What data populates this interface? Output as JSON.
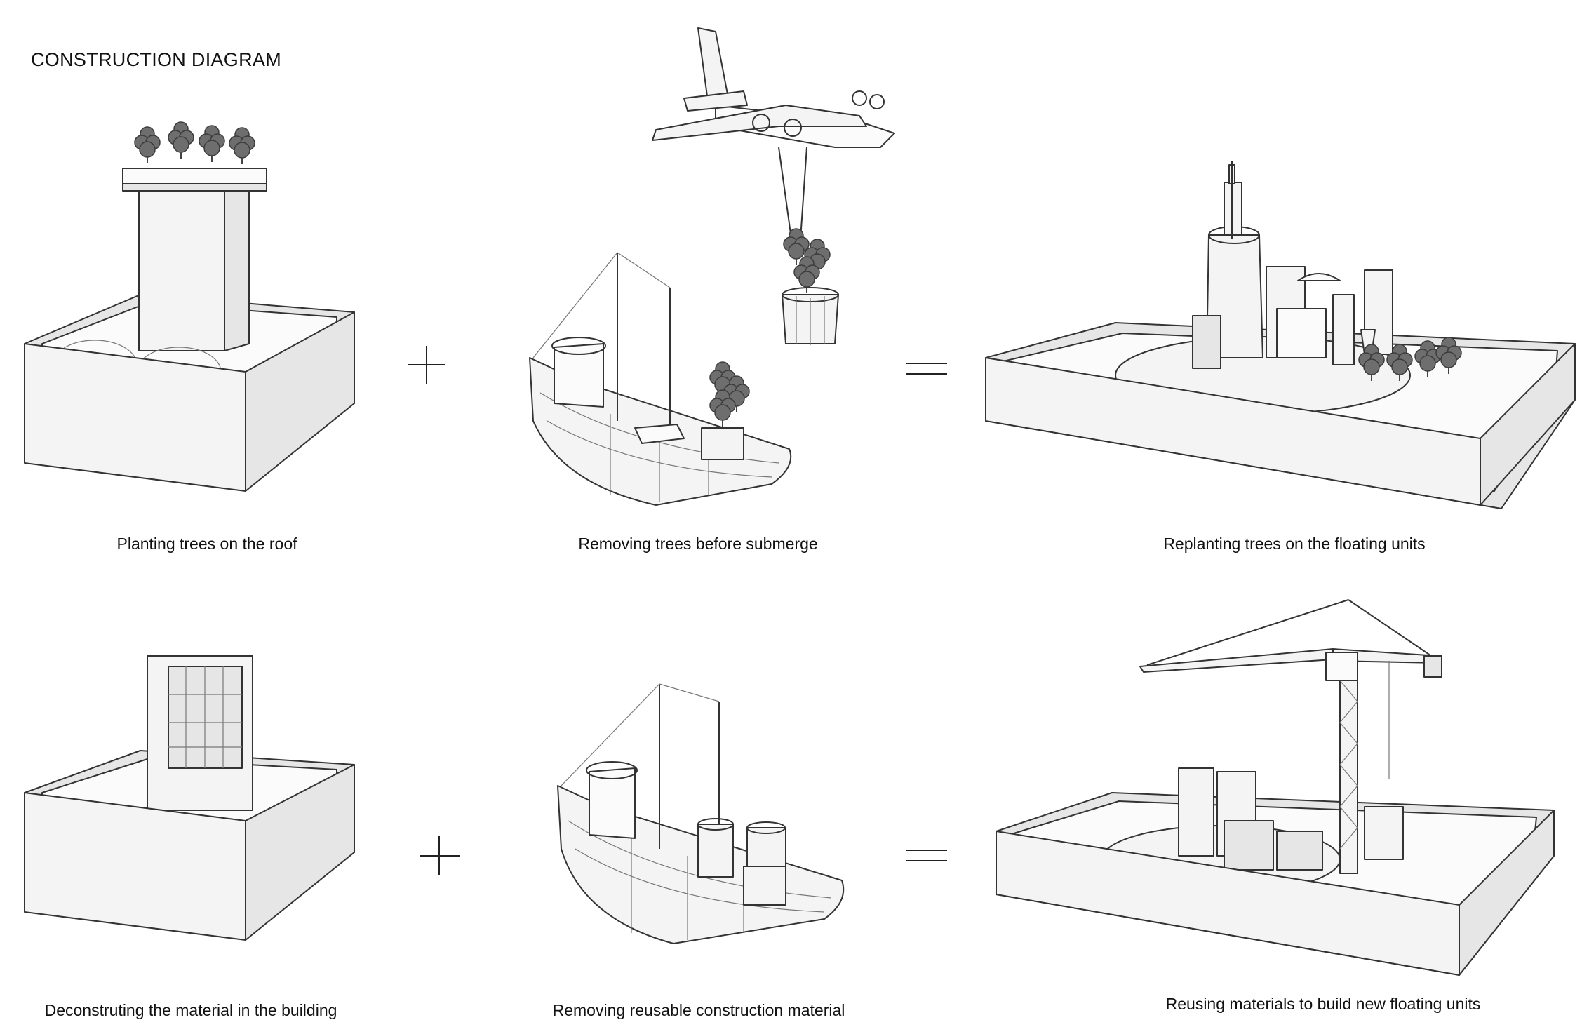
{
  "title": "CONSTRUCTION DIAGRAM",
  "rows": [
    {
      "captions": [
        "Planting trees on the roof",
        "Removing trees before submerge",
        "Replanting trees on the floating units"
      ],
      "operators": [
        "+",
        "="
      ]
    },
    {
      "captions": [
        "Deconstruting the material in the building",
        "Removing reusable construction material",
        "Reusing materials to build new floating units"
      ],
      "operators": [
        "+",
        "="
      ]
    }
  ]
}
